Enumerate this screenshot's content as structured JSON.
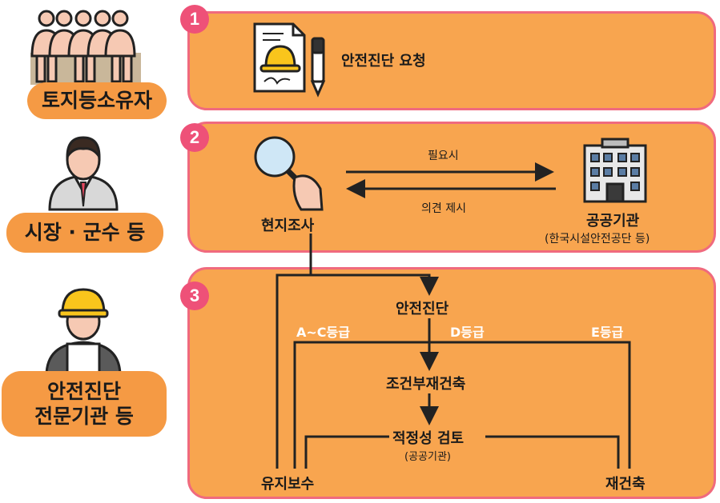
{
  "actors": {
    "owner": "토지등소유자",
    "mayor": "시장 · 군수 등",
    "expert_line1": "안전진단",
    "expert_line2": "전문기관 등"
  },
  "steps": {
    "step1": {
      "number": "1",
      "label": "안전진단 요청"
    },
    "step2": {
      "number": "2",
      "survey": "현지조사",
      "when_needed": "필요시",
      "opinion": "의견 제시",
      "public_agency": "공공기관",
      "public_agency_detail": "(한국시설안전공단 등)"
    },
    "step3": {
      "number": "3",
      "diagnosis": "안전진단",
      "grade_ac": "A~C등급",
      "grade_d": "D등급",
      "grade_e": "E등급",
      "conditional": "조건부재건축",
      "review": "적정성 검토",
      "review_by": "(공공기관)",
      "maintenance": "유지보수",
      "rebuild": "재건축"
    }
  },
  "colors": {
    "panel_fill": "#f8a54f",
    "panel_border": "#f06a7e",
    "badge": "#ee5178",
    "label_fill": "#f59a44"
  }
}
